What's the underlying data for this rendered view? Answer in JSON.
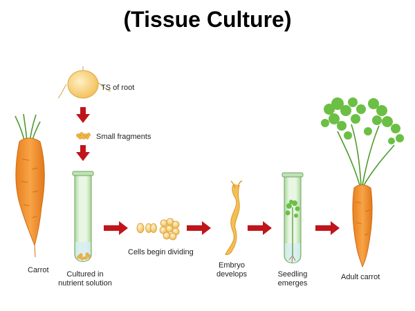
{
  "title": "(Tissue Culture)",
  "labels": {
    "ts_root": "TS of root",
    "small_fragments": "Small fragments",
    "carrot": "Carrot",
    "cultured_line1": "Cultured in",
    "cultured_line2": "nutrient solution",
    "cells_dividing": "Cells begin dividing",
    "embryo_line1": "Embryo",
    "embryo_line2": "develops",
    "seedling_line1": "Seedling",
    "seedling_line2": "emerges",
    "adult_carrot": "Adult carrot"
  },
  "colors": {
    "arrow": "#c0151b",
    "carrot_orange": "#f2953a",
    "leaf_green": "#5fb43a",
    "tube_green": "#bfe3b5",
    "cell_yellow": "#f4c96c"
  }
}
